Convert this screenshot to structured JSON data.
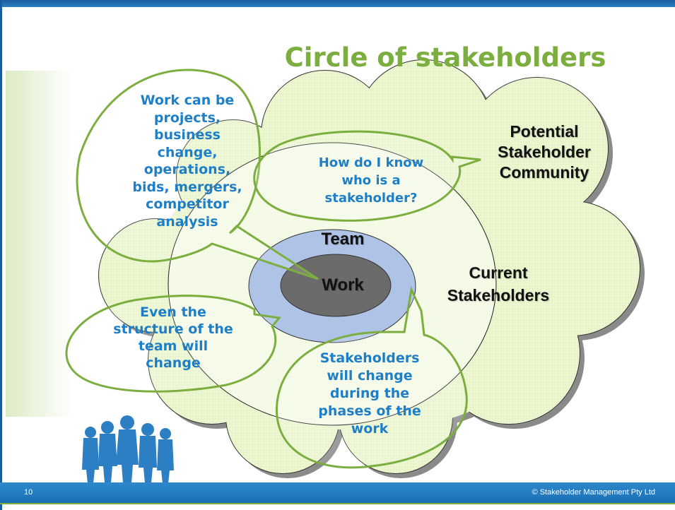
{
  "slide": {
    "title": "Circle of stakeholders",
    "page_number": "10",
    "copyright": "© Stakeholder Management Pty Ltd"
  },
  "diagram": {
    "outer_label": [
      "Potential",
      "Stakeholder",
      "Community"
    ],
    "middle_label": [
      "Current",
      "Stakeholders"
    ],
    "team_label": "Team",
    "work_label": "Work"
  },
  "callouts": {
    "work_types": [
      "Work can be",
      "projects,",
      "business",
      "change,",
      "operations,",
      "bids, mergers,",
      "competitor",
      "analysis"
    ],
    "how_know": [
      "How do I know",
      "who is a",
      "stakeholder?"
    ],
    "team_structure": [
      "Even the",
      "structure of the",
      "team will",
      "change"
    ],
    "stakeholders_change": [
      "Stakeholders",
      "will change",
      "during the",
      "phases of the",
      "work"
    ]
  },
  "colors": {
    "title_green": "#7cae3f",
    "callout_blue": "#1f7fc6",
    "cloud_fill": "#e8f5c8",
    "team_blue": "#aec3e6",
    "work_gray": "#6b6b6b",
    "footer_blue": "#1a6fb3"
  },
  "icons": [
    "people-silhouette-icon"
  ]
}
